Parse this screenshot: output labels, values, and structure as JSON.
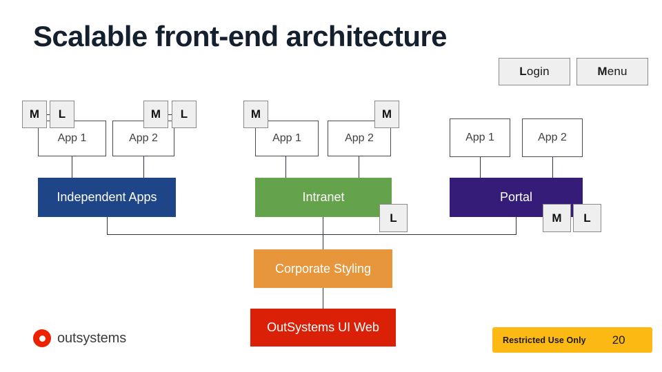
{
  "slide": {
    "title": "Scalable front-end architecture",
    "background": "#ffffff",
    "title_color": "#15202e"
  },
  "top_buttons": [
    {
      "name": "login",
      "cap": "L",
      "rest": "ogin",
      "full": "Login"
    },
    {
      "name": "menu",
      "cap": "M",
      "rest": "enu",
      "full": "Menu"
    }
  ],
  "groups": [
    {
      "key": "independent",
      "bar_label": "Independent Apps",
      "bar_color": "#1d4587",
      "apps": [
        {
          "label": "App 1",
          "badges": [
            "M",
            "L"
          ],
          "badge_side": "left"
        },
        {
          "label": "App 2",
          "badges": [
            "M",
            "L"
          ],
          "badge_side": "right"
        }
      ],
      "bar_badges": []
    },
    {
      "key": "intranet",
      "bar_label": "Intranet",
      "bar_color": "#64a24b",
      "apps": [
        {
          "label": "App 1",
          "badges": [
            "M"
          ],
          "badge_side": "left"
        },
        {
          "label": "App 2",
          "badges": [
            "M"
          ],
          "badge_side": "right"
        }
      ],
      "bar_badges": [
        "L"
      ]
    },
    {
      "key": "portal",
      "bar_label": "Portal",
      "bar_color": "#351c78",
      "apps": [
        {
          "label": "App 1",
          "badges": [],
          "badge_side": "none"
        },
        {
          "label": "App 2",
          "badges": [],
          "badge_side": "none"
        }
      ],
      "bar_badges": [
        "M",
        "L"
      ]
    }
  ],
  "shared_layers": [
    {
      "key": "styling",
      "label": "Corporate Styling",
      "color": "#e8963c"
    },
    {
      "key": "uiweb",
      "label": "OutSystems UI Web",
      "color": "#da2108"
    }
  ],
  "badge_labels": {
    "module": "M",
    "library": "L"
  },
  "footer": {
    "logo_text": "outsystems",
    "logo_color": "#ec2200",
    "restricted_label": "Restricted Use Only",
    "page_number": "20",
    "bar_color": "#fdb913"
  }
}
